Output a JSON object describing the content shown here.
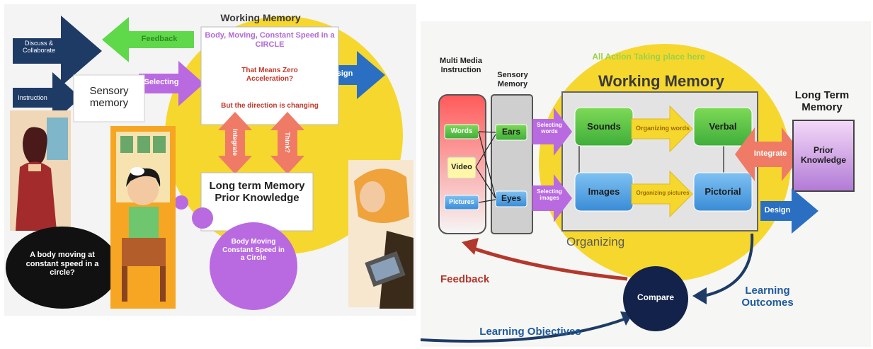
{
  "left_diagram": {
    "working_memory_title": "Working Memory",
    "discuss": "Discuss & Collaborate",
    "instruction": "Instruction",
    "feedback": "Feedback",
    "sensory_memory": "Sensory memory",
    "selecting": "Selecting",
    "design": "Design",
    "box_line1": "Body, Moving, Constant Speed in a CIRCLE",
    "box_line2": "That Means Zero Acceleration?",
    "box_line3": "But the direction is changing",
    "integrate": "Integrate",
    "think": "Think?",
    "long_term": "Long term Memory Prior Knowledge",
    "question_bubble": "A body moving at constant speed in a circle?",
    "purple_circle": "Body Moving Constant Speed in a Circle"
  },
  "right_diagram": {
    "action_note": "All Action Taking place here",
    "working_memory_title": "Working Memory",
    "multimedia": "Multi Media Instruction",
    "sensory": "Sensory Memory",
    "words": "Words",
    "video": "Video",
    "pictures": "Pictures",
    "ears": "Ears",
    "eyes": "Eyes",
    "selecting_words": "Selecting words",
    "selecting_images": "Selecting images",
    "sounds": "Sounds",
    "images": "Images",
    "organizing_words": "Organizing words",
    "organizing_pictures": "Organizing pictures",
    "verbal": "Verbal",
    "pictorial": "Pictorial",
    "integrate": "Integrate",
    "long_term_title": "Long Term Memory",
    "prior_knowledge": "Prior Knowledge",
    "design": "Design",
    "organizing": "Organizing",
    "feedback": "Feedback",
    "compare": "Compare",
    "learning_outcomes": "Learning Outcomes",
    "learning_objectives": "Learning Objectives"
  },
  "colors": {
    "yellow": "#f6d72e",
    "navy": "#1e3b66",
    "blue": "#2a6fc2",
    "green": "#5fd84a",
    "purple": "#b96ae0",
    "salmon": "#ef7b66",
    "red_text": "#c0382b",
    "dark_red": "#b3382c"
  }
}
